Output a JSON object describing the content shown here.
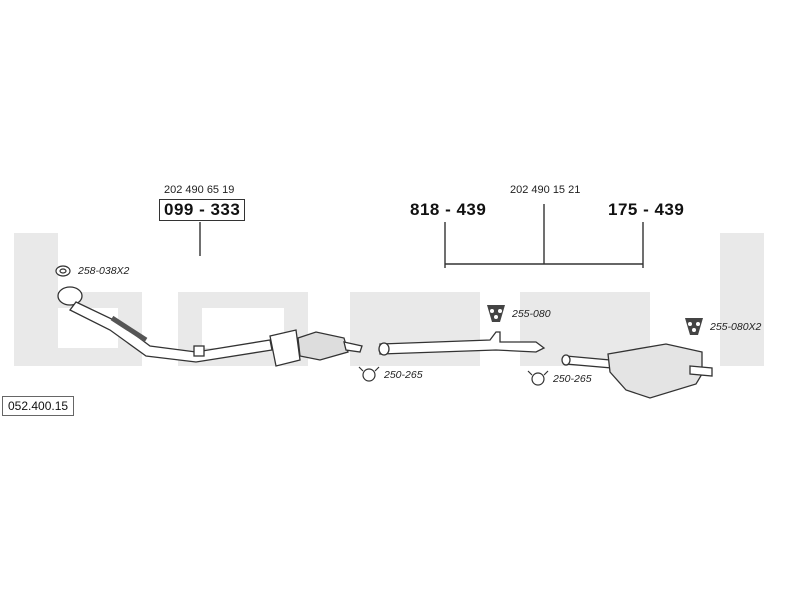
{
  "diagram_code": "052.400.15",
  "brand_watermark": "bosal",
  "assembly_1": {
    "oe_number": "202 490 65 19",
    "part_number": "099 - 333"
  },
  "assembly_2": {
    "oe_number": "202 490 15 21",
    "part_left": "818 - 439",
    "part_right": "175 - 439"
  },
  "accessories": {
    "gasket": "258-038X2",
    "clamp_1": "250-265",
    "clamp_2": "250-265",
    "hanger_1": "255-080",
    "hanger_2": "255-080X2"
  },
  "colors": {
    "watermark": "#e9e9e9",
    "line": "#333333"
  }
}
